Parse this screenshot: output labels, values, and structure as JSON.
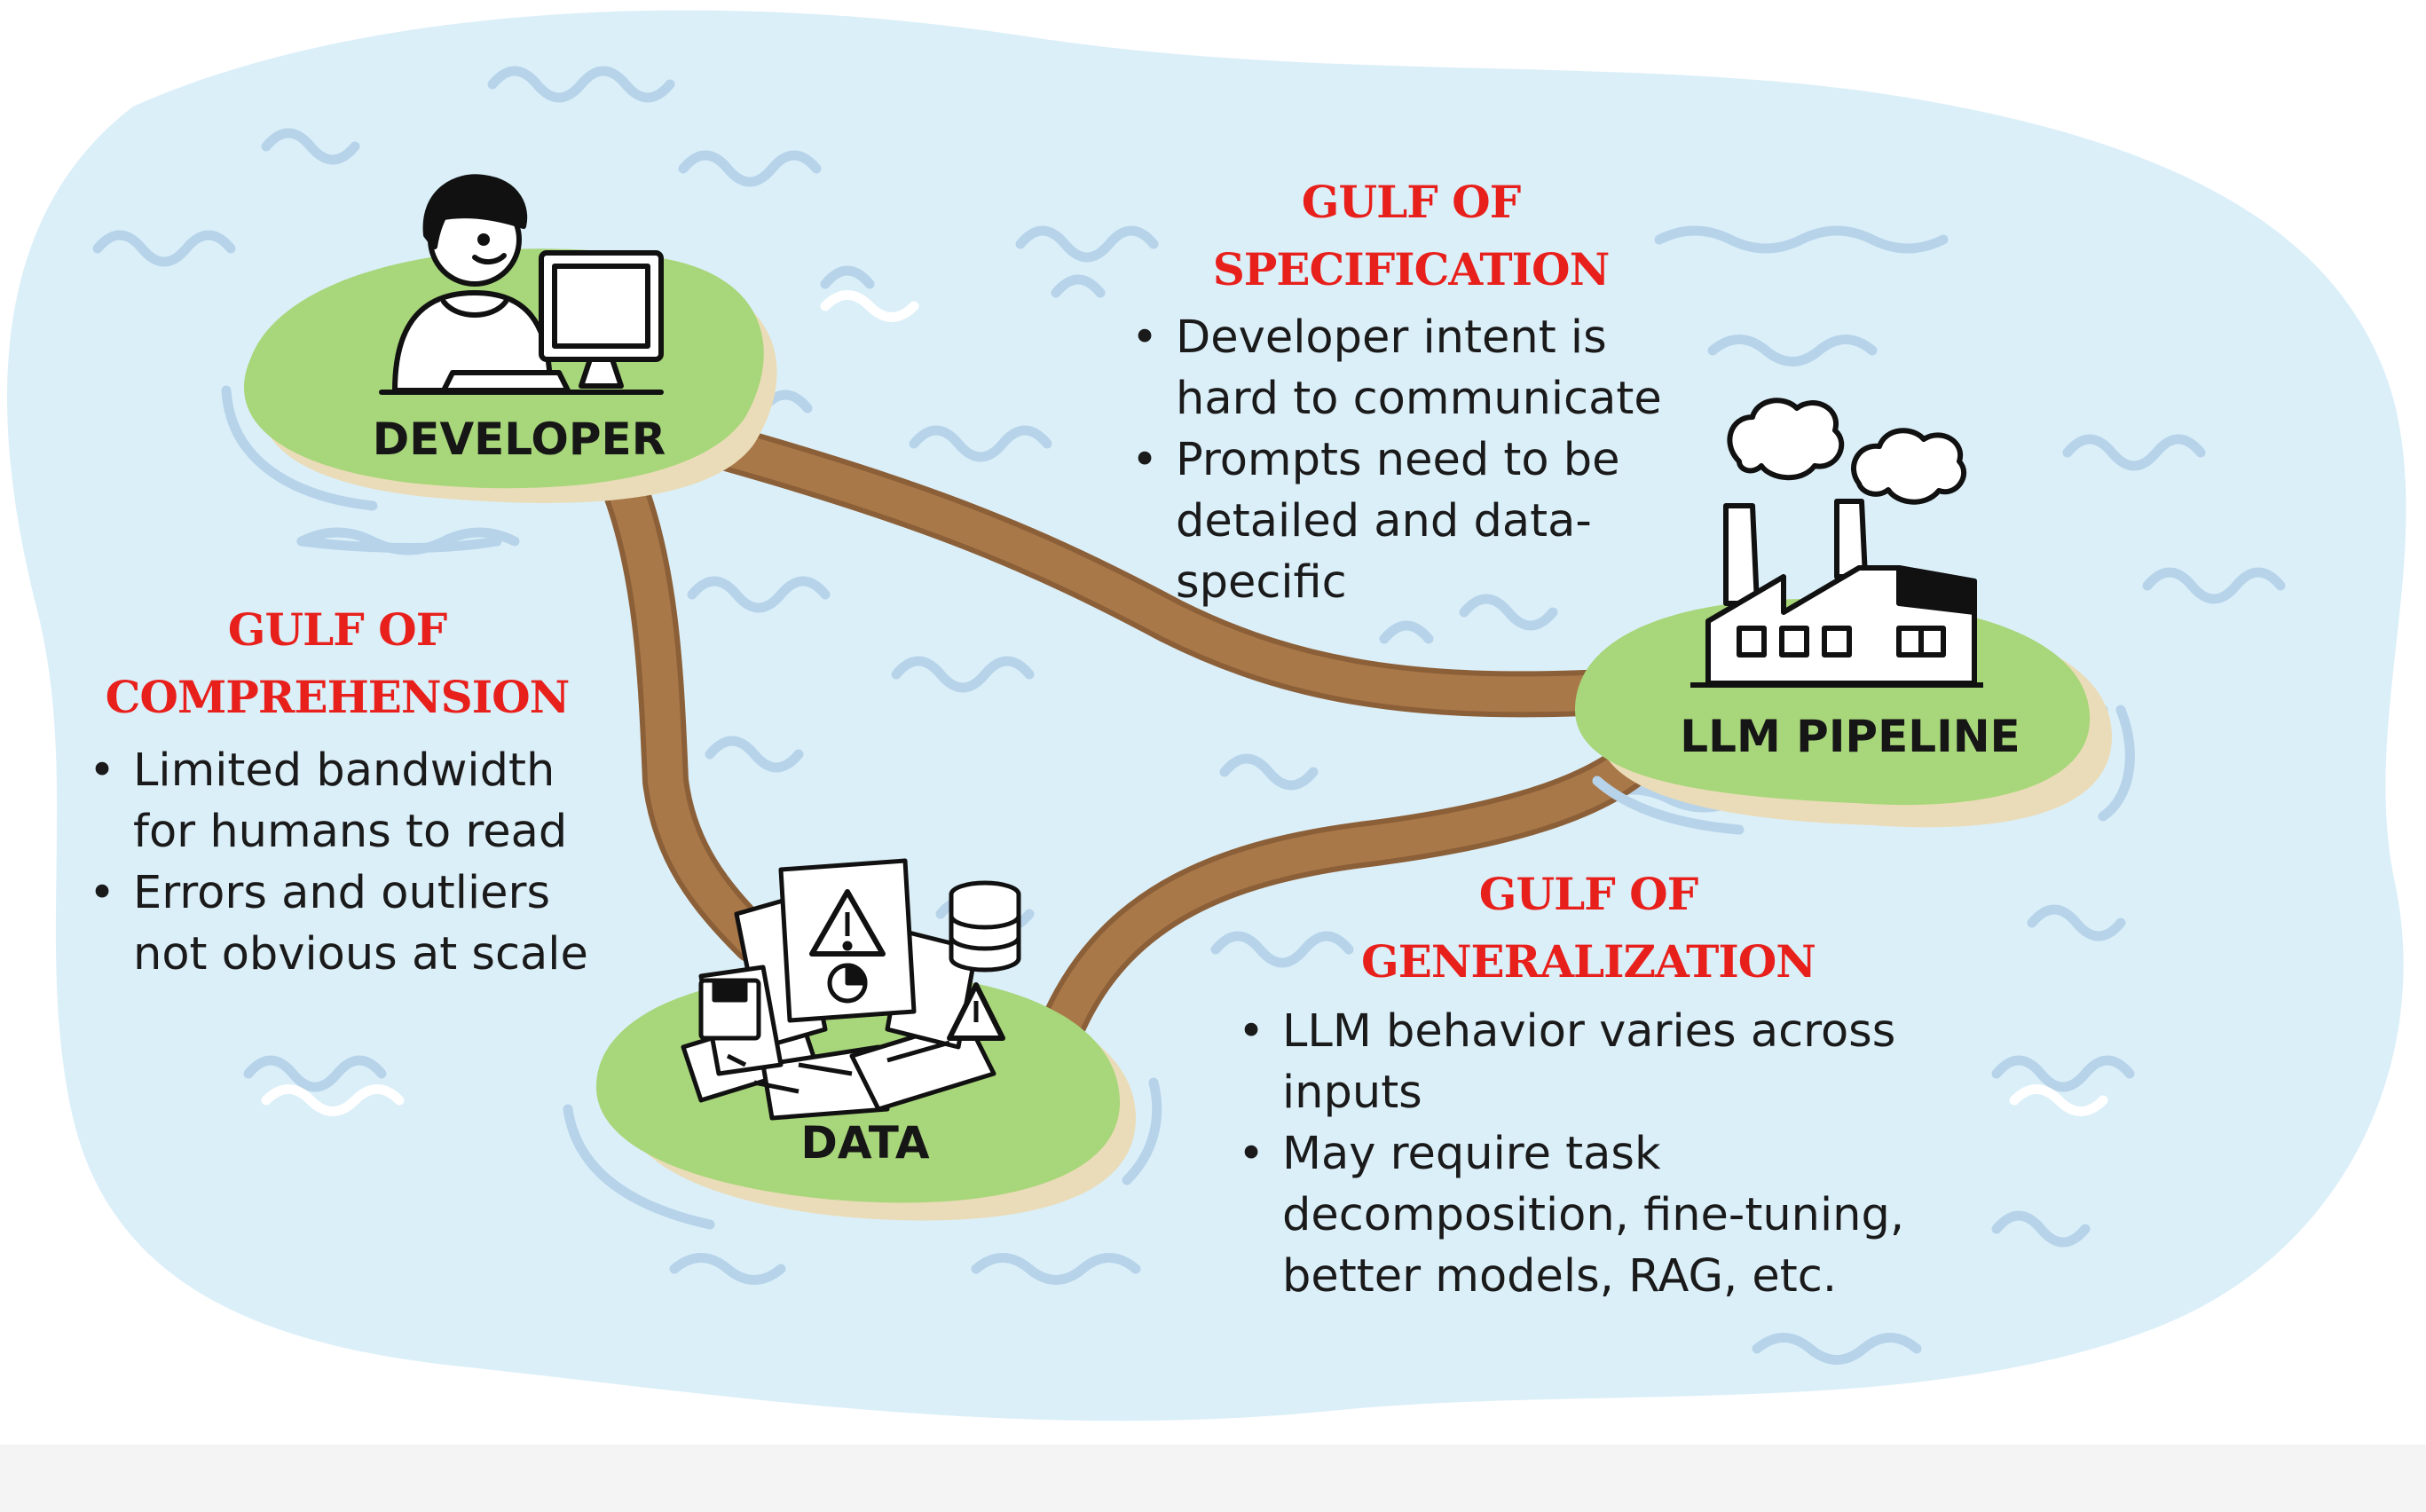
{
  "colors": {
    "water": "#dbeff9",
    "wave": "#b6d3e9",
    "island_grass": "#a8d67a",
    "island_sand": "#eadcb8",
    "road": "#a97849",
    "gulf_title": "#e8201c"
  },
  "nodes": {
    "developer": {
      "label": "DEVELOPER",
      "icon": "person-at-computer-icon"
    },
    "llm_pipeline": {
      "label": "LLM PIPELINE",
      "icon": "factory-icon"
    },
    "data": {
      "label": "DATA",
      "icon": "document-pile-icon"
    }
  },
  "gulfs": {
    "specification": {
      "title_lines": [
        "GULF OF",
        "SPECIFICATION"
      ],
      "points": [
        {
          "lines": [
            "Developer intent is",
            "hard to communicate"
          ]
        },
        {
          "lines": [
            "Prompts need to be",
            "detailed and data-",
            "specific"
          ]
        }
      ]
    },
    "comprehension": {
      "title_lines": [
        "GULF OF",
        "COMPREHENSION"
      ],
      "points": [
        {
          "lines": [
            "Limited bandwidth",
            "for humans to read"
          ]
        },
        {
          "lines": [
            "Errors and outliers",
            "not obvious at scale"
          ]
        }
      ]
    },
    "generalization": {
      "title_lines": [
        "GULF OF",
        "GENERALIZATION"
      ],
      "points": [
        {
          "lines": [
            "LLM behavior varies across",
            "inputs"
          ]
        },
        {
          "lines": [
            "May require task",
            "decomposition, fine-tuning,",
            "better models, RAG, etc."
          ]
        }
      ]
    }
  }
}
